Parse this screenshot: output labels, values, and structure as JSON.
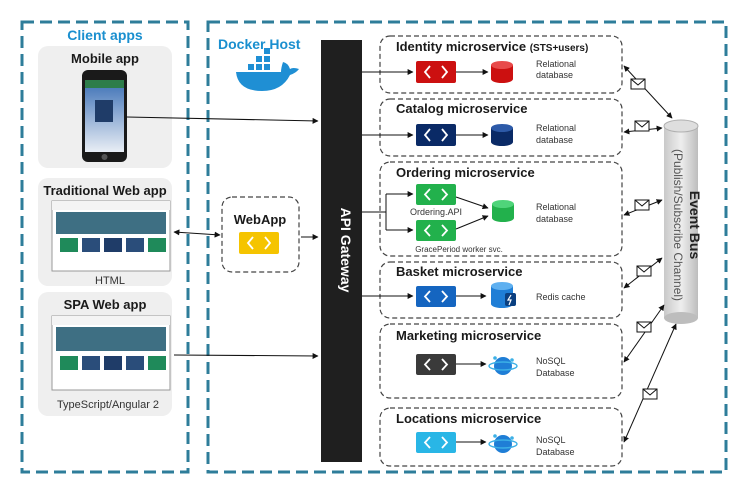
{
  "client_apps": {
    "title": "Client apps",
    "mobile": {
      "title": "Mobile app"
    },
    "traditional": {
      "title": "Traditional Web app",
      "caption": "HTML"
    },
    "spa": {
      "title": "SPA Web app",
      "caption": "TypeScript/Angular 2"
    }
  },
  "docker_host": {
    "title": "Docker Host"
  },
  "api_gateway": {
    "label": "API Gateway"
  },
  "webapp": {
    "label": "WebApp"
  },
  "event_bus": {
    "title": "Event Bus",
    "subtitle": "(Publish/Subscribe Channel)"
  },
  "microservices": {
    "identity": {
      "title": "Identity microservice",
      "suffix": "(STS+users)",
      "db_line1": "Relational",
      "db_line2": "database"
    },
    "catalog": {
      "title": "Catalog microservice",
      "db_line1": "Relational",
      "db_line2": "database"
    },
    "ordering": {
      "title": "Ordering microservice",
      "api_label": "Ordering.API",
      "worker_label": "GracePeriod worker svc.",
      "db_line1": "Relational",
      "db_line2": "database"
    },
    "basket": {
      "title": "Basket microservice",
      "db_label": "Redis cache"
    },
    "marketing": {
      "title": "Marketing microservice",
      "db_line1": "NoSQL",
      "db_line2": "Database"
    },
    "locations": {
      "title": "Locations microservice",
      "db_line1": "NoSQL",
      "db_line2": "Database"
    }
  },
  "colors": {
    "dashed_border": "#2e7d9a",
    "title_blue": "#1a8fcf",
    "gateway": "#1f1f1f",
    "identity": "#cc1010",
    "catalog": "#0a2a66",
    "ordering": "#22b14c",
    "basket": "#1565c0",
    "marketing": "#3a3a3a",
    "locations": "#29b6e6",
    "webapp": "#f5c400"
  }
}
